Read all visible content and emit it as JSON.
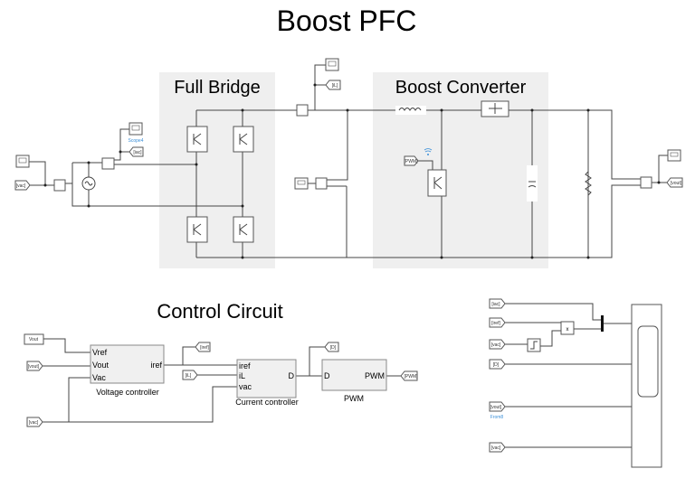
{
  "title": "Boost PFC",
  "areas": {
    "full_bridge": "Full Bridge",
    "boost_converter": "Boost Converter",
    "control_circuit": "Control Circuit"
  },
  "tags": {
    "vac": "[vac]",
    "iac": "[iac]",
    "iL": "[iL]",
    "vout": "[vout]",
    "pwm": "[PWM]",
    "iref": "[iref]",
    "D": "[D]",
    "vout_const": "Vout"
  },
  "block_labels": {
    "scope4": "Scope4",
    "from8": "From8",
    "product": "x"
  },
  "subsystems": {
    "voltage_controller": {
      "name": "Voltage controller",
      "inputs": [
        "Vref",
        "Vout",
        "Vac"
      ],
      "outputs": [
        "iref"
      ]
    },
    "current_controller": {
      "name": "Current controller",
      "inputs": [
        "iref",
        "iL",
        "vac"
      ],
      "outputs": [
        "D"
      ]
    },
    "pwm": {
      "name": "PWM",
      "inputs": [
        "D"
      ],
      "outputs": [
        "PWM"
      ]
    }
  },
  "colors": {
    "area_fill": "#efefef",
    "link_blue": "#3a8fd8"
  }
}
